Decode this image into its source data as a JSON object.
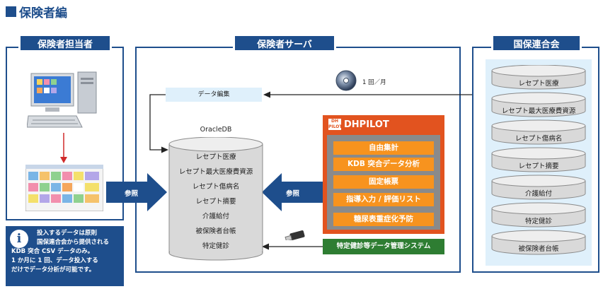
{
  "page_title": "保険者編",
  "sections": {
    "hokensha_tantousha": "保険者担当者",
    "hokensha_server": "保険者サーバ",
    "kokuho_rengoukai": "国保連合会"
  },
  "data_edit_label": "データ編集",
  "frequency_label": "1 回／月",
  "db_title": "OracleDB",
  "db_items": [
    "レセプト医療",
    "レセプト最大医療費資源",
    "レセプト傷病名",
    "レセプト摘要",
    "介護給付",
    "被保険者台帳",
    "特定健診"
  ],
  "reference_left": "参照",
  "reference_right": "参照",
  "dhpilot": {
    "logo": "DH PILOT",
    "title": "DHPILOT",
    "buttons": [
      "自由集計",
      "KDB 突合データ分析",
      "固定帳票",
      "指導入力 / 評価リスト",
      "糖尿表重症化予防"
    ]
  },
  "tokutei_system": "特定健診等データ管理システム",
  "rengoukai_items": [
    "レセプト医療",
    "レセプト最大医療費資源",
    "レセプト傷病名",
    "レセプト摘要",
    "介護給付",
    "特定健診",
    "被保険者台帳"
  ],
  "note_lines": [
    "投入するデータは原則",
    "国保連合会から提供される",
    "KDB 突合 CSV データのみ。",
    "1 か月に 1 回、データ投入する",
    "だけでデータ分析が可能です。"
  ],
  "info_icon_glyph": "i",
  "colors": {
    "navy": "#1e4e8c",
    "orange": "#f7931e",
    "dhpilot_red": "#e2531f",
    "green": "#2e7d32",
    "light_blue": "#dff0fb"
  }
}
